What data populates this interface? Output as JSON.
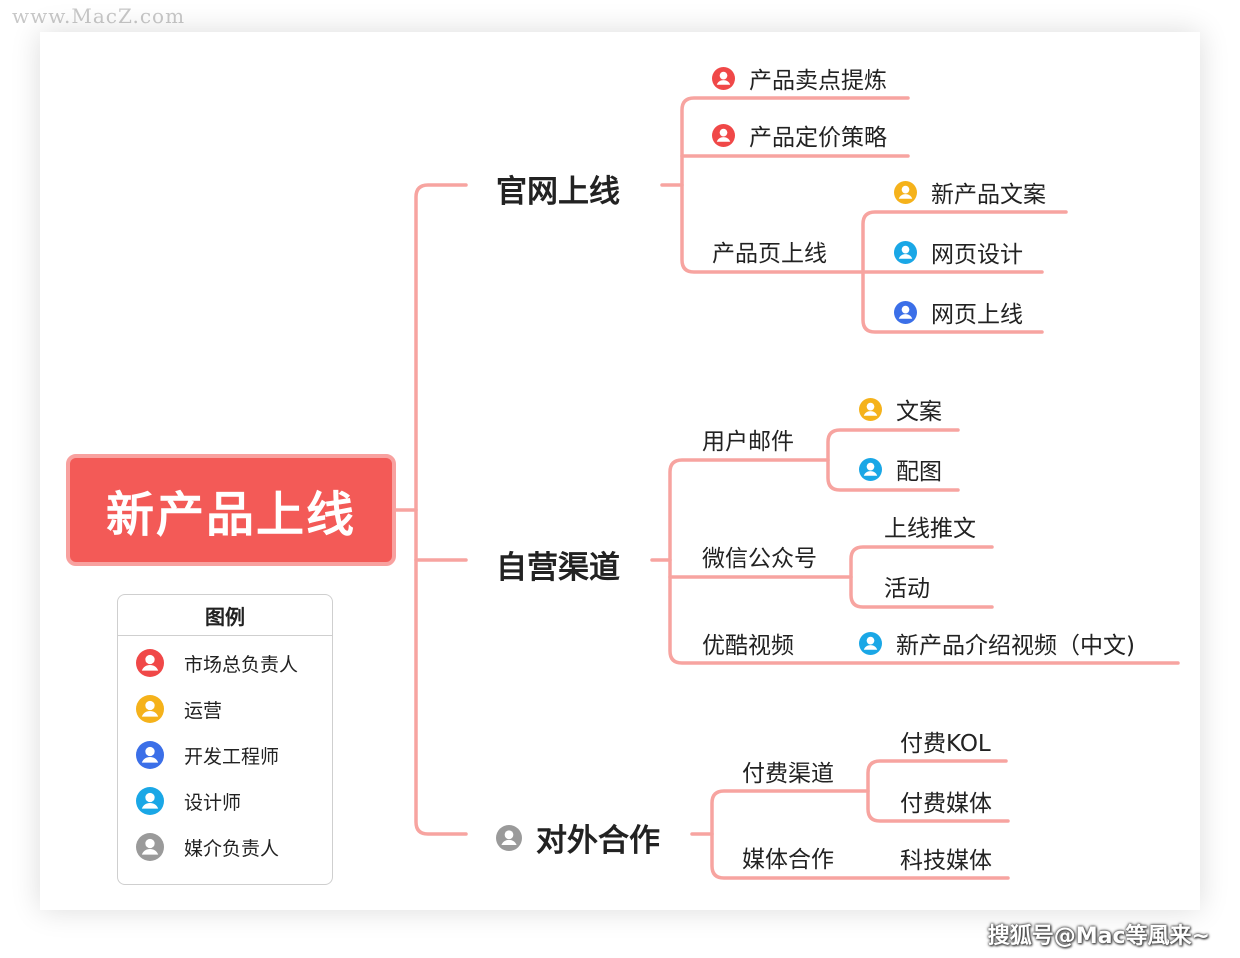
{
  "watermarks": {
    "top": "www.MacZ.com",
    "bottom": "搜狐号@Mac等風来~"
  },
  "colors": {
    "root_fill": "#f35a57",
    "branch_line": "#f7a4a0",
    "market_lead": "#f04848",
    "operations": "#f5b21b",
    "developer": "#3b6fe8",
    "designer": "#1aa7e6",
    "media_lead": "#9a9a9a"
  },
  "root": {
    "label": "新产品上线"
  },
  "branches": [
    {
      "label": "官网上线",
      "children": [
        {
          "label": "产品卖点提炼",
          "icon": "market-lead-avatar-icon"
        },
        {
          "label": "产品定价策略",
          "icon": "market-lead-avatar-icon"
        },
        {
          "label": "产品页上线",
          "children": [
            {
              "label": "新产品文案",
              "icon": "operations-avatar-icon"
            },
            {
              "label": "网页设计",
              "icon": "designer-avatar-icon"
            },
            {
              "label": "网页上线",
              "icon": "developer-avatar-icon"
            }
          ]
        }
      ]
    },
    {
      "label": "自营渠道",
      "children": [
        {
          "label": "用户邮件",
          "children": [
            {
              "label": "文案",
              "icon": "operations-avatar-icon"
            },
            {
              "label": "配图",
              "icon": "designer-avatar-icon"
            }
          ]
        },
        {
          "label": "微信公众号",
          "children": [
            {
              "label": "上线推文"
            },
            {
              "label": "活动"
            }
          ]
        },
        {
          "label": "优酷视频",
          "children": [
            {
              "label": "新产品介绍视频（中文)",
              "icon": "designer-avatar-icon"
            }
          ]
        }
      ]
    },
    {
      "label": "对外合作",
      "icon": "media-lead-avatar-icon",
      "children": [
        {
          "label": "付费渠道",
          "children": [
            {
              "label": "付费KOL"
            },
            {
              "label": "付费媒体"
            }
          ]
        },
        {
          "label": "媒体合作",
          "children": [
            {
              "label": "科技媒体"
            }
          ]
        }
      ]
    }
  ],
  "legend": {
    "title": "图例",
    "items": [
      {
        "label": "市场总负责人",
        "icon": "market-lead-avatar-icon"
      },
      {
        "label": "运营",
        "icon": "operations-avatar-icon"
      },
      {
        "label": "开发工程师",
        "icon": "developer-avatar-icon"
      },
      {
        "label": "设计师",
        "icon": "designer-avatar-icon"
      },
      {
        "label": "媒介负责人",
        "icon": "media-lead-avatar-icon"
      }
    ]
  }
}
